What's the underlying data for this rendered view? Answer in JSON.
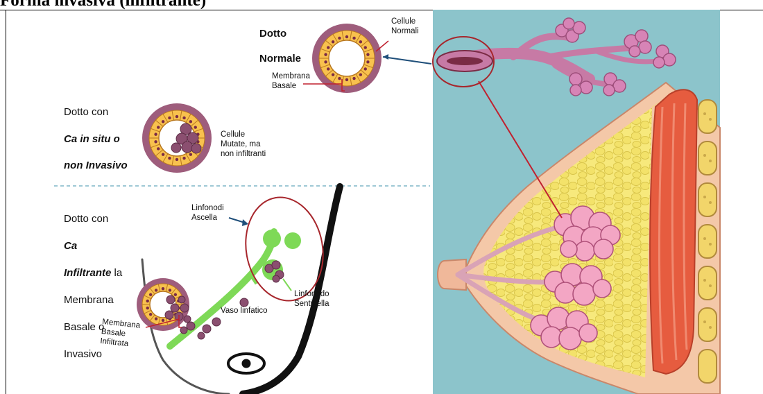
{
  "header": {
    "title": "Forma invasiva (infiltrante)"
  },
  "colors": {
    "duct_ring": "#9e5d7c",
    "cells": "#f8c14e",
    "cell_nucleus": "#7a2b45",
    "mutated_cells": "#8b4f70",
    "lymph": "#7ed957",
    "pointer_red": "#c0212f",
    "pointer_blue": "#1f4f7a",
    "background_right": "#8cc4cb",
    "gland_pink": "#c77aa5",
    "fat_yellow": "#f3e26a",
    "muscle": "#e65c3f",
    "skin": "#f4c8a8"
  },
  "diagram": {
    "normal_duct": {
      "title_line1": "Dotto",
      "title_line2": "Normale",
      "cells_label": "Cellule\nNormali",
      "membrane_label": "Membrana\nBasale"
    },
    "in_situ": {
      "line1": "Dotto con",
      "line2": "Ca in situ o",
      "line3": "non Invasivo",
      "cells_label": "Cellule\nMutate, ma\nnon infiltranti"
    },
    "invasive": {
      "line1": "Dotto con",
      "line2": "Ca",
      "line3_em": "Infiltrante",
      "line3_rest": " la",
      "line4": "Membrana",
      "line5": "Basale o",
      "line6": "Invasivo",
      "axilla_nodes_label": "Linfonodi\nAscella",
      "sentinel_label": "Linfonodo\nSentinella",
      "lymph_vessel_label": "Vaso linfatico",
      "infiltrated_membrane_label": "Membrana\nBasale\nInfiltrata"
    }
  }
}
